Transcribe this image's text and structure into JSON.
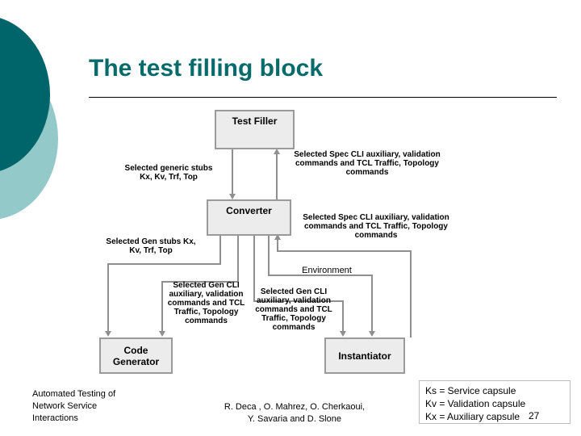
{
  "slide": {
    "title": "The test filling block",
    "page_number": "27"
  },
  "theme": {
    "title_color": "#086b6b",
    "circle_dark": "#00656b",
    "circle_light": "#94c9c9",
    "box_fill": "#ececec",
    "box_border": "#9a9a9a",
    "connector": "#8f8f8f"
  },
  "diagram": {
    "boxes": [
      {
        "id": "test-filler",
        "label": "Test Filler"
      },
      {
        "id": "converter",
        "label": "Converter"
      },
      {
        "id": "code-generator",
        "label": "Code\nGenerator"
      },
      {
        "id": "instantiator",
        "label": "Instantiator"
      }
    ],
    "box_labels": {
      "test_filler": "Test Filler",
      "converter": "Converter",
      "code_generator_line1": "Code",
      "code_generator_line2": "Generator",
      "instantiator": "Instantiator"
    },
    "edge_labels": {
      "generic_stubs_to_converter": "Selected generic stubs Kx, Kv, Trf, Top",
      "spec_cli_to_test_filler": "Selected Spec CLI auxiliary, validation commands and TCL Traffic, Topology commands",
      "gen_stubs_to_code_generator": "Selected Gen stubs Kx, Kv, Trf, Top",
      "spec_cli_to_converter": "Selected Spec CLI auxiliary, validation commands and TCL Traffic, Topology commands",
      "environment": "Environment",
      "gen_cli_to_code_generator": "Selected Gen CLI auxiliary, validation commands and TCL Traffic, Topology commands",
      "gen_cli_to_instantiator": "Selected Gen CLI auxiliary, validation commands and TCL Traffic, Topology commands"
    }
  },
  "footer": {
    "presentation_title_line1": "Automated Testing of",
    "presentation_title_line2": "Network Service",
    "presentation_title_line3": "Interactions",
    "authors_line1": "R. Deca , O. Mahrez, O. Cherkaoui,",
    "authors_line2": "Y. Savaria and D. Slone"
  },
  "legend": {
    "items": [
      "Ks = Service capsule",
      "Kv = Validation capsule",
      "Kx = Auxiliary capsule"
    ]
  }
}
